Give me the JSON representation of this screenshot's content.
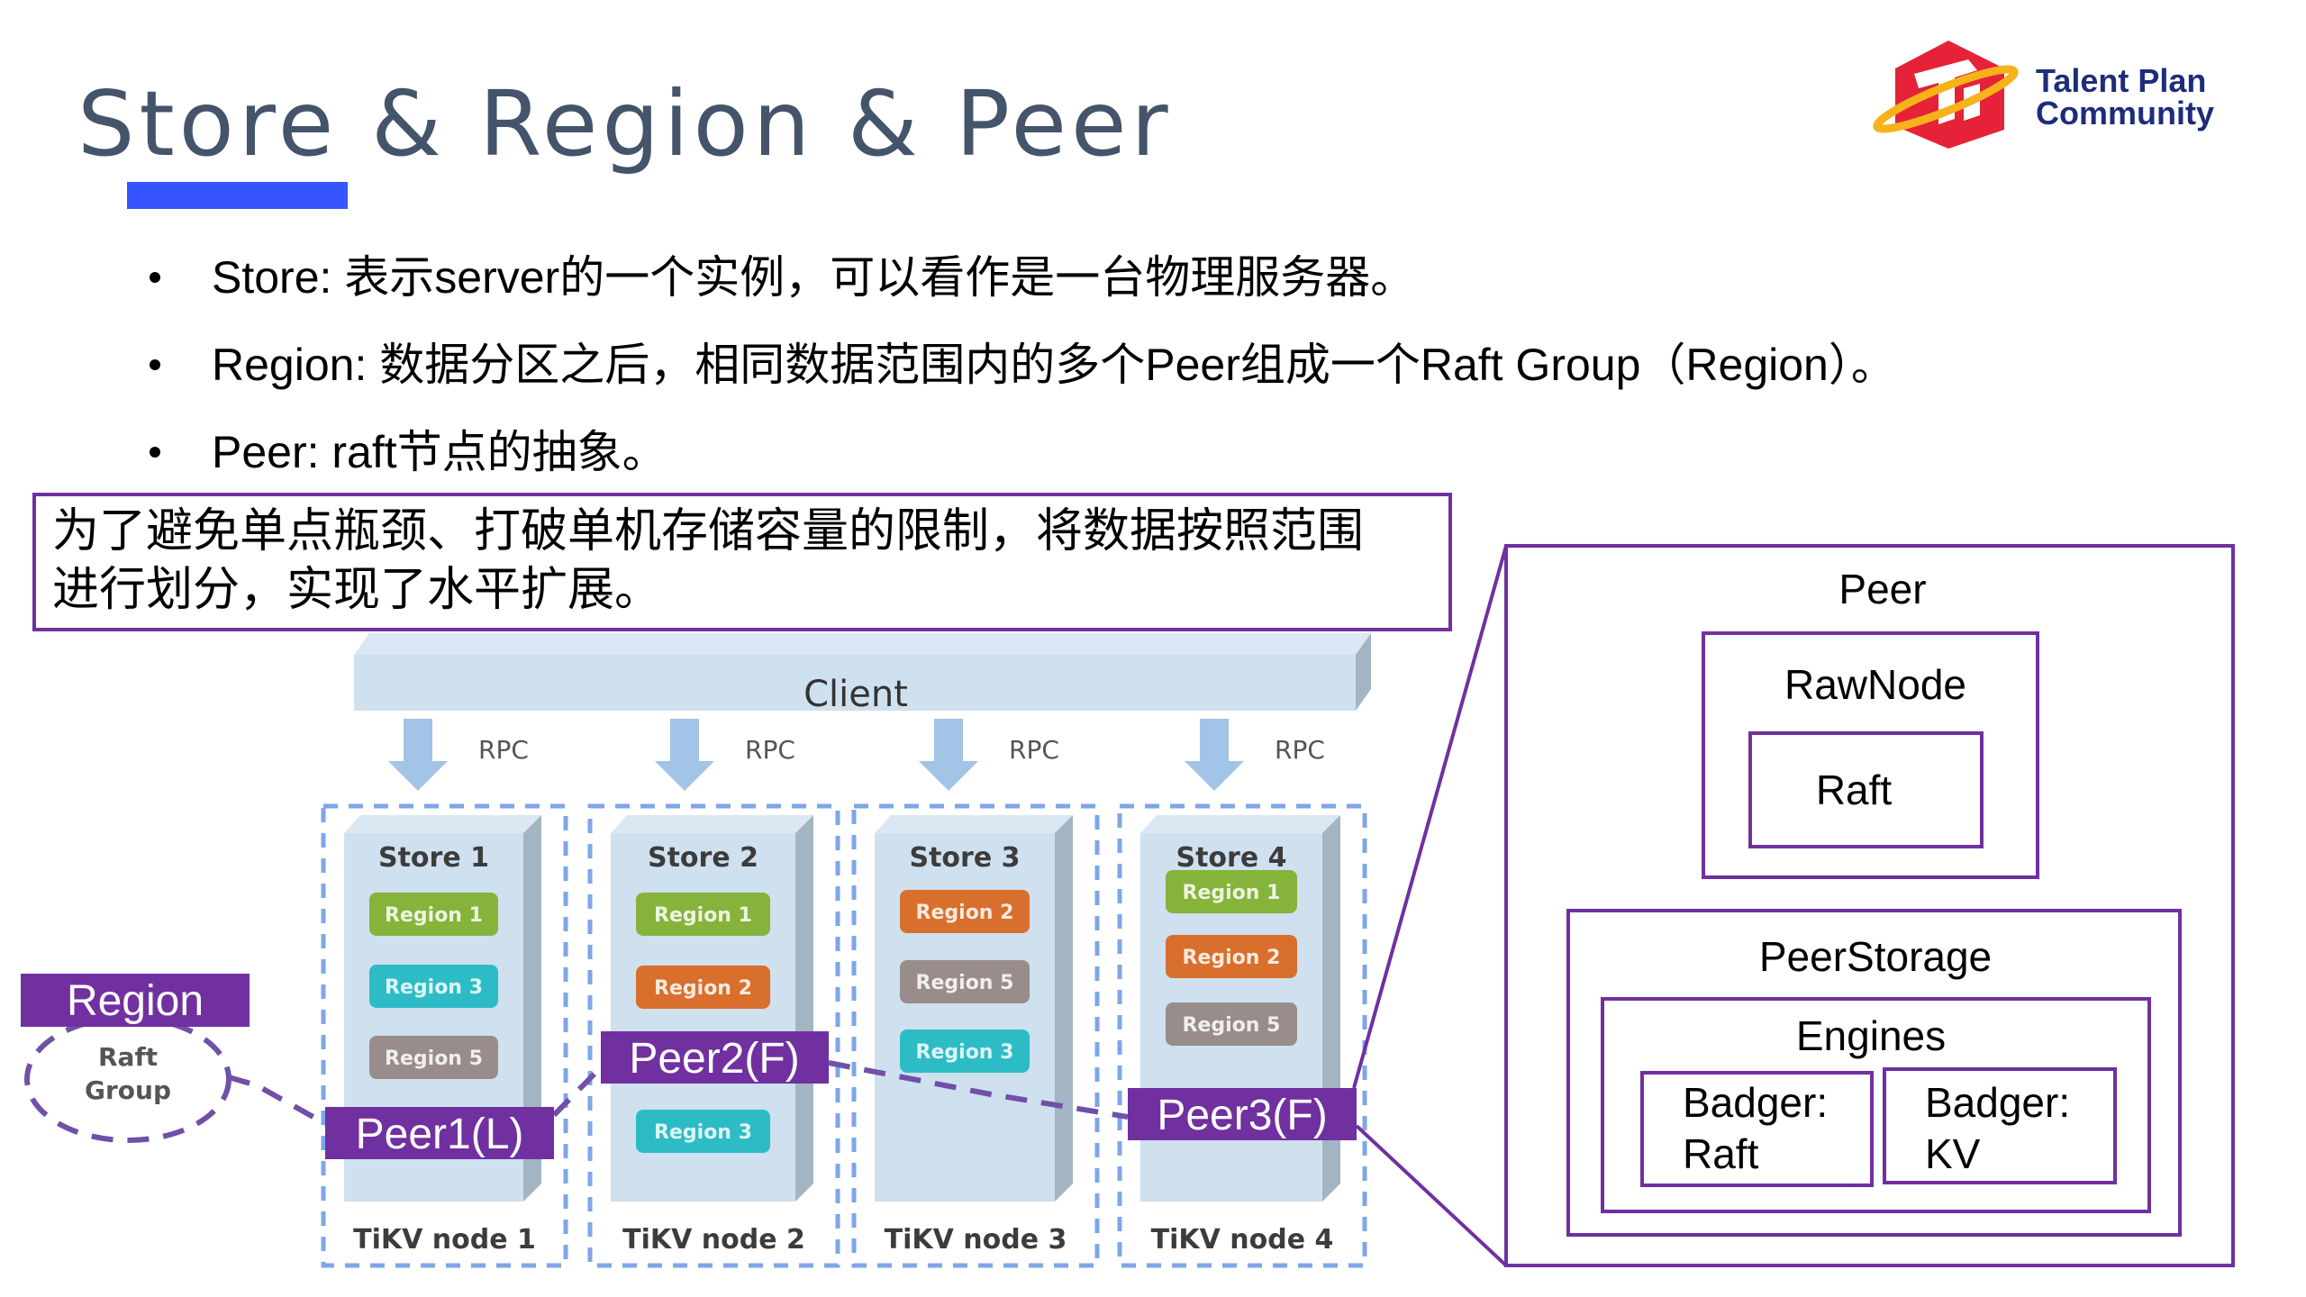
{
  "slide": {
    "title": "Store & Region & Peer",
    "logo": {
      "line1": "Talent Plan",
      "line2": "Community",
      "icon": "tikv-hexagon-logo-icon",
      "colors": {
        "hex": "#e52237",
        "ring": "#f5b21b",
        "text": "#1d2d7a"
      }
    },
    "accent_color": "#3654ff",
    "bullets": [
      "Store: 表示server的一个实例，可以看作是一台物理服务器。",
      "Region: 数据分区之后，相同数据范围内的多个Peer组成一个Raft Group（Region）。",
      "Peer: raft节点的抽象。"
    ],
    "note": {
      "line1": "为了避免单点瓶颈、打破单机存储容量的限制，将数据按照范围",
      "line2": "进行划分，实现了水平扩展。"
    }
  },
  "diagram": {
    "client_label": "Client",
    "rpc_label": "RPC",
    "region_tag": "Region",
    "raft_group": {
      "line1": "Raft",
      "line2": "Group"
    },
    "region_colors": {
      "Region 1": "#86b33a",
      "Region 2": "#d96f2c",
      "Region 3": "#2dbcc6",
      "Region 5": "#988d8a"
    },
    "purple": "#7030a0",
    "nodes": [
      {
        "store": "Store 1",
        "node": "TiKV node 1",
        "regions": [
          "Region 1",
          "Region 3",
          "Region 5"
        ]
      },
      {
        "store": "Store 2",
        "node": "TiKV node 2",
        "regions": [
          "Region 1",
          "Region 2",
          "",
          "Region 3"
        ]
      },
      {
        "store": "Store 3",
        "node": "TiKV node 3",
        "regions": [
          "Region 2",
          "Region 5",
          "Region 3"
        ]
      },
      {
        "store": "Store 4",
        "node": "TiKV node 4",
        "regions": [
          "Region 1",
          "Region 2",
          "Region 5"
        ]
      }
    ],
    "peers": [
      {
        "label": "Peer1(L)"
      },
      {
        "label": "Peer2(F)"
      },
      {
        "label": "Peer3(F)"
      }
    ],
    "peer_detail": {
      "peer": "Peer",
      "rawnode": "RawNode",
      "raft": "Raft",
      "peerstorage": "PeerStorage",
      "engines": "Engines",
      "badger_raft": {
        "line1": "Badger:",
        "line2": "Raft"
      },
      "badger_kv": {
        "line1": "Badger:",
        "line2": "KV"
      }
    }
  }
}
